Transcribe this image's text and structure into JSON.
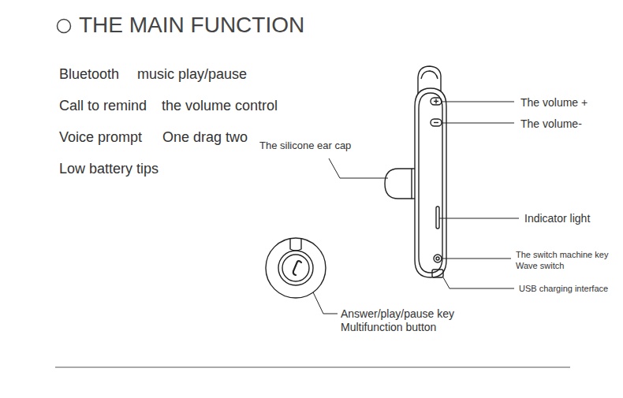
{
  "diagram": {
    "title": "THE MAIN FUNCTION",
    "labels": [
      "Bluetooth",
      "music play/pause",
      "Call to remind",
      "the volume control",
      "Voice prompt",
      "One drag two",
      "Low battery tips",
      "The silicone ear cap",
      "The volume +",
      "The volume-",
      "Indicator light",
      "The switch machine key",
      "Wave switch",
      "USB charging interface",
      "Answer/play/pause key",
      "Multifunction button"
    ]
  }
}
